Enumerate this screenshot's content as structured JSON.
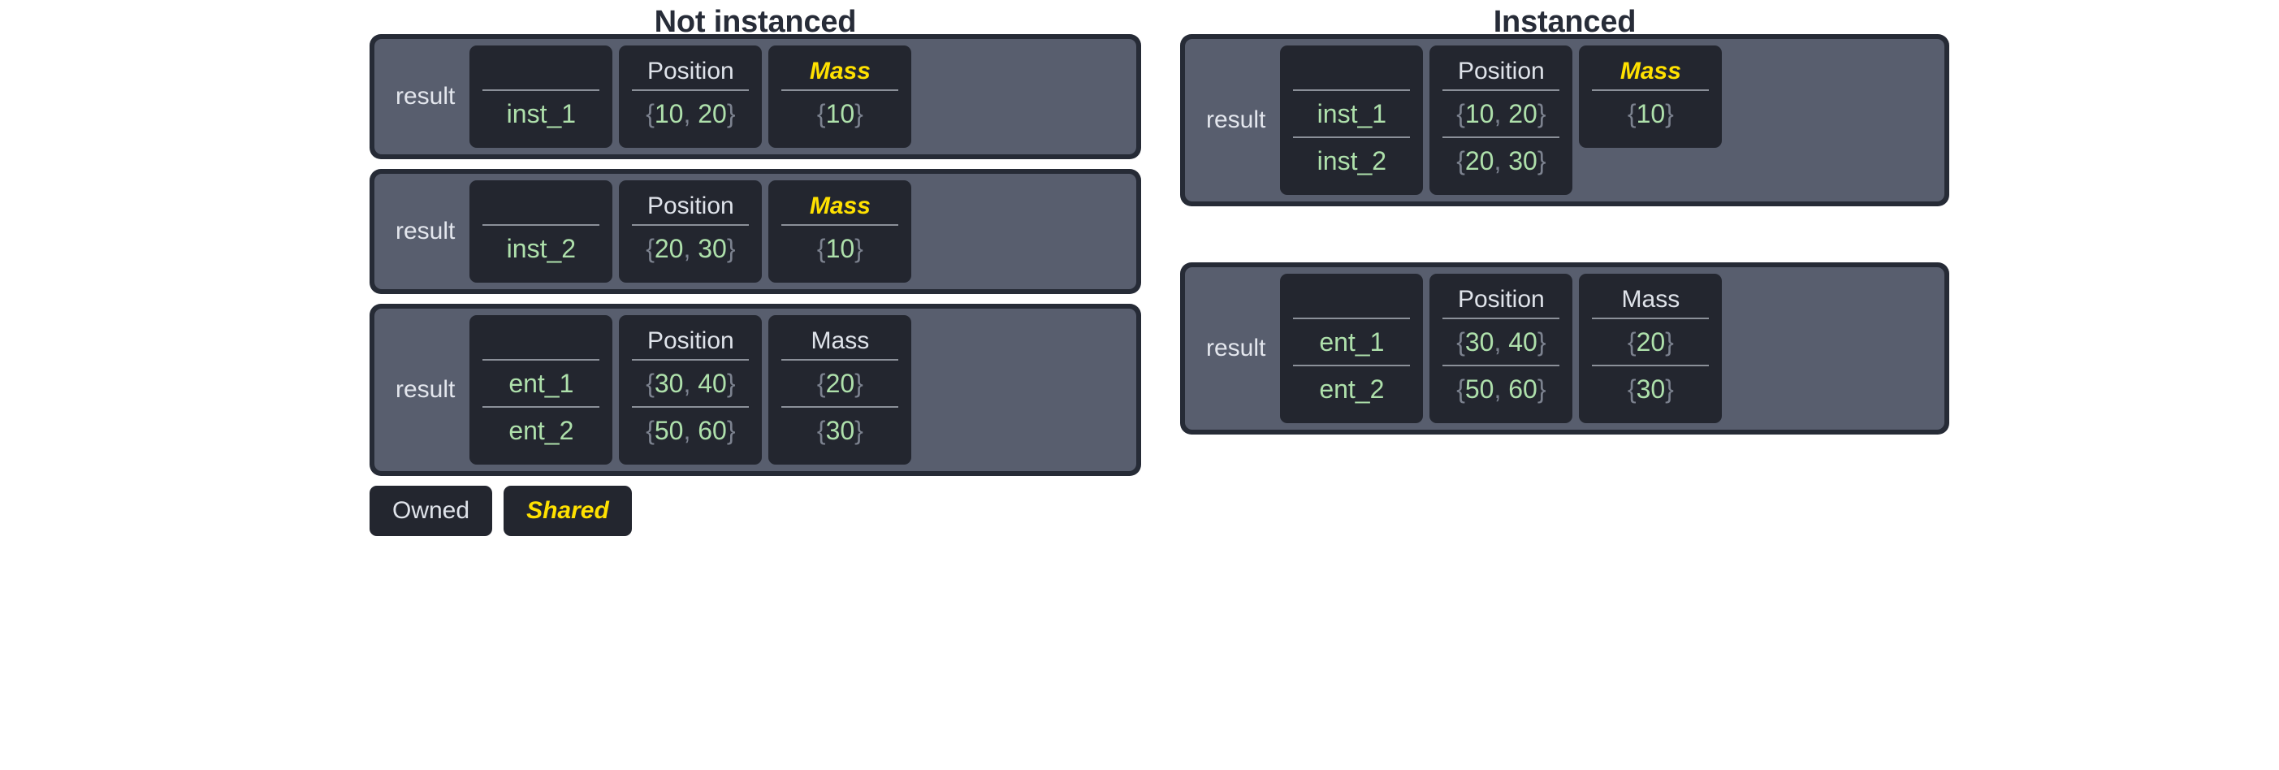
{
  "colors": {
    "page_background": "#ffffff",
    "title_text": "#272c38",
    "table_border": "#262b36",
    "table_panel": "#585e6e",
    "column_card": "#23262f",
    "header_text": "#dfe3ea",
    "shared_accent": "#ffe100",
    "value_green": "#aee0ab",
    "brace_gray": "#7c828f",
    "divider_gray": "#8b9099"
  },
  "columns": [
    {
      "title": "Not instanced",
      "tables": [
        {
          "result_label": "result",
          "headers": [
            "",
            "Position",
            "Mass"
          ],
          "header_styles": [
            "empty",
            "owned",
            "shared"
          ],
          "rows": [
            {
              "entity": "inst_1",
              "position": "{10, 20}",
              "mass": "{10}"
            }
          ]
        },
        {
          "result_label": "result",
          "headers": [
            "",
            "Position",
            "Mass"
          ],
          "header_styles": [
            "empty",
            "owned",
            "shared"
          ],
          "rows": [
            {
              "entity": "inst_2",
              "position": "{20, 30}",
              "mass": "{10}"
            }
          ]
        },
        {
          "result_label": "result",
          "headers": [
            "",
            "Position",
            "Mass"
          ],
          "header_styles": [
            "empty",
            "owned",
            "owned"
          ],
          "rows": [
            {
              "entity": "ent_1",
              "position": "{30, 40}",
              "mass": "{20}"
            },
            {
              "entity": "ent_2",
              "position": "{50, 60}",
              "mass": "{30}"
            }
          ]
        }
      ]
    },
    {
      "title": "Instanced",
      "tables": [
        {
          "result_label": "result",
          "headers": [
            "",
            "Position",
            "Mass"
          ],
          "header_styles": [
            "empty",
            "owned",
            "shared"
          ],
          "mass_shared_single": true,
          "rows": [
            {
              "entity": "inst_1",
              "position": "{10, 20}",
              "mass": "{10}"
            },
            {
              "entity": "inst_2",
              "position": "{20, 30}",
              "mass": ""
            }
          ]
        },
        {
          "result_label": "result",
          "headers": [
            "",
            "Position",
            "Mass"
          ],
          "header_styles": [
            "empty",
            "owned",
            "owned"
          ],
          "rows": [
            {
              "entity": "ent_1",
              "position": "{30, 40}",
              "mass": "{20}"
            },
            {
              "entity": "ent_2",
              "position": "{50, 60}",
              "mass": "{30}"
            }
          ]
        }
      ]
    }
  ],
  "legend": {
    "items": [
      {
        "label": "Owned",
        "style": "owned"
      },
      {
        "label": "Shared",
        "style": "shared"
      }
    ]
  }
}
